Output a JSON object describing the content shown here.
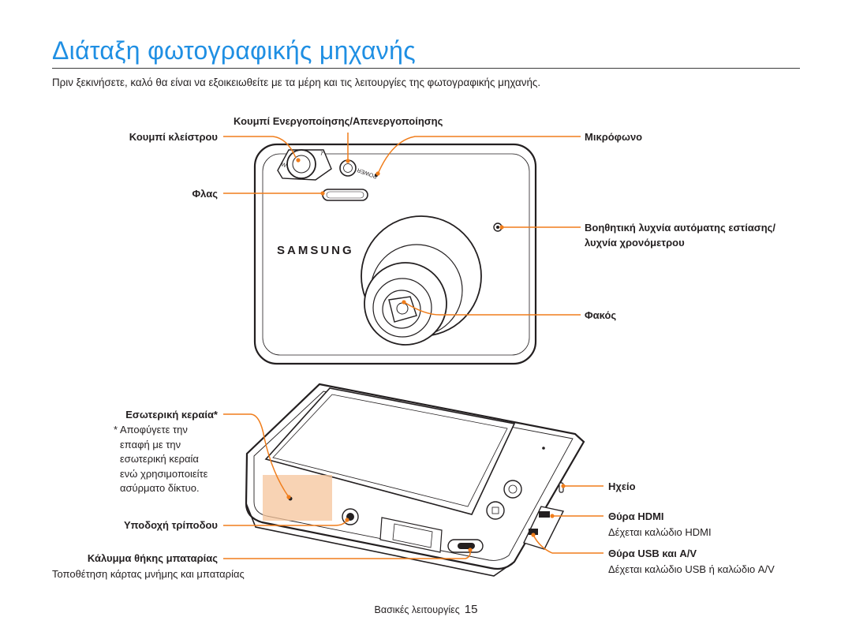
{
  "page": {
    "title": "Διάταξη φωτογραφικής μηχανής",
    "intro": "Πριν ξεκινήσετε, καλό θα είναι να εξοικειωθείτε με τα μέρη και τις λειτουργίες της φωτογραφικής μηχανής."
  },
  "front_labels": {
    "power_button": "Κουμπί Ενεργοποίησης/Απενεργοποίησης",
    "shutter_button": "Κουμπί κλείστρου",
    "flash": "Φλας",
    "microphone": "Μικρόφωνο",
    "af_lamp_line1": "Βοηθητική λυχνία αυτόματης εστίασης/",
    "af_lamp_line2": "λυχνία χρονόμετρου",
    "lens": "Φακός"
  },
  "back_labels": {
    "antenna": "Εσωτερική κεραία*",
    "antenna_note": [
      "* Αποφύγετε την",
      "επαφή με την",
      "εσωτερική κεραία",
      "ενώ χρησιμοποιείτε",
      "ασύρματο δίκτυο."
    ],
    "tripod": "Υποδοχή τρίποδου",
    "battery_cover": "Κάλυμμα θήκης μπαταρίας",
    "battery_cover_desc": "Τοποθέτηση κάρτας μνήμης και μπαταρίας",
    "speaker": "Ηχείο",
    "hdmi_port": "Θύρα HDMI",
    "hdmi_desc": "Δέχεται καλώδιο HDMI",
    "usb_port": "Θύρα USB και A/V",
    "usb_desc": "Δέχεται καλώδιο USB ή καλώδιο A/V"
  },
  "camera_markings": {
    "brand": "SAMSUNG",
    "power_text": "POWER",
    "zoom_w": "W",
    "zoom_t": "T"
  },
  "footer": {
    "section": "Βασικές λειτουργίες",
    "page_number": "15"
  },
  "colors": {
    "title": "#1f8fe3",
    "callout": "#f07d1b",
    "antenna_area": "#f6c49b"
  }
}
